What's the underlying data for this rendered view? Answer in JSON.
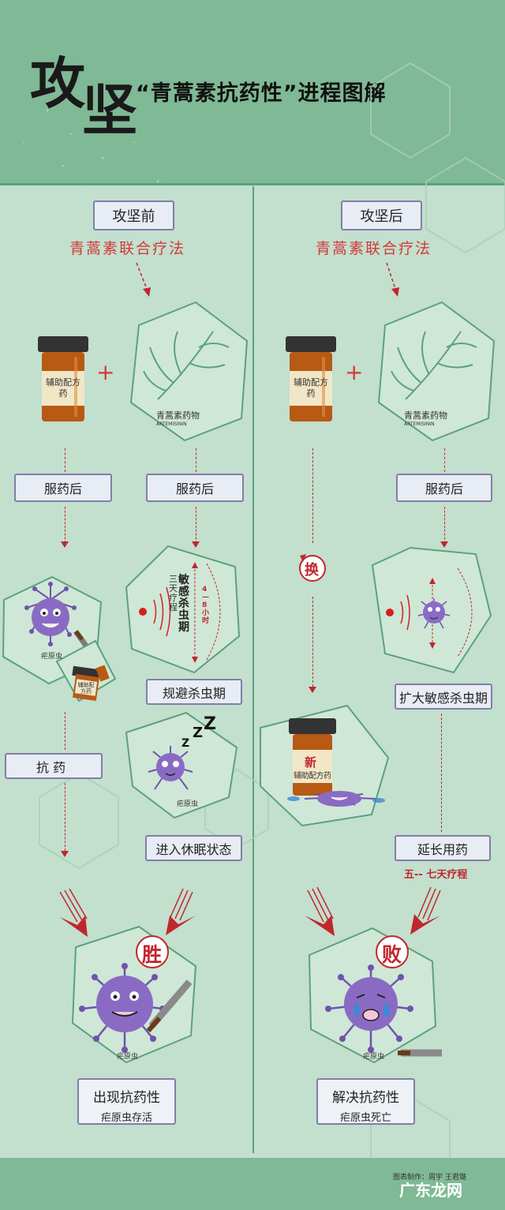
{
  "header": {
    "big_chars_1": "攻",
    "big_chars_2": "坚",
    "title": "“青蒿素抗药性”进程图解"
  },
  "left": {
    "title": "攻坚前",
    "method": "青蒿素联合疗法",
    "bottle_label": "辅助配方药",
    "herb_label": "青蒿素药物",
    "herb_sub": "ARTEMISININ",
    "after_a": "服药后",
    "after_b": "服药后",
    "parasite_label": "疟原虫",
    "small_bottle_label": "辅助配方药",
    "period_text": "敏感杀虫期",
    "period_sub": "三天疗程",
    "period_hours": "4—8小时",
    "avoid": "规避杀虫期",
    "resist": "抗 药",
    "sleep_label": "疟原虫",
    "dormant": "进入休眠状态",
    "win": "胜",
    "final_parasite": "疟原虫",
    "result_title": "出现抗药性",
    "result_sub": "疟原虫存活"
  },
  "right": {
    "title": "攻坚后",
    "method": "青蒿素联合疗法",
    "bottle_label": "辅助配方药",
    "herb_label": "青蒿素药物",
    "herb_sub": "ARTEMISININ",
    "after": "服药后",
    "swap": "换",
    "new": "新",
    "new_bottle_label": "辅助配方药",
    "expand": "扩大敏感杀虫期",
    "extend": "延长用药",
    "course": "五-- 七天疗程",
    "lose": "败",
    "final_parasite": "疟原虫",
    "result_title": "解决抗药性",
    "result_sub": "疟原虫死亡"
  },
  "footer": {
    "credit": "图表制作：周宇  王君璐",
    "watermark": "广东龙网"
  },
  "colors": {
    "header_green": "#7fb995",
    "background": "#c3dfcd",
    "accent_red": "#c0272d",
    "box_border": "#7f7fa8",
    "virus_purple": "#8a6bc4"
  }
}
